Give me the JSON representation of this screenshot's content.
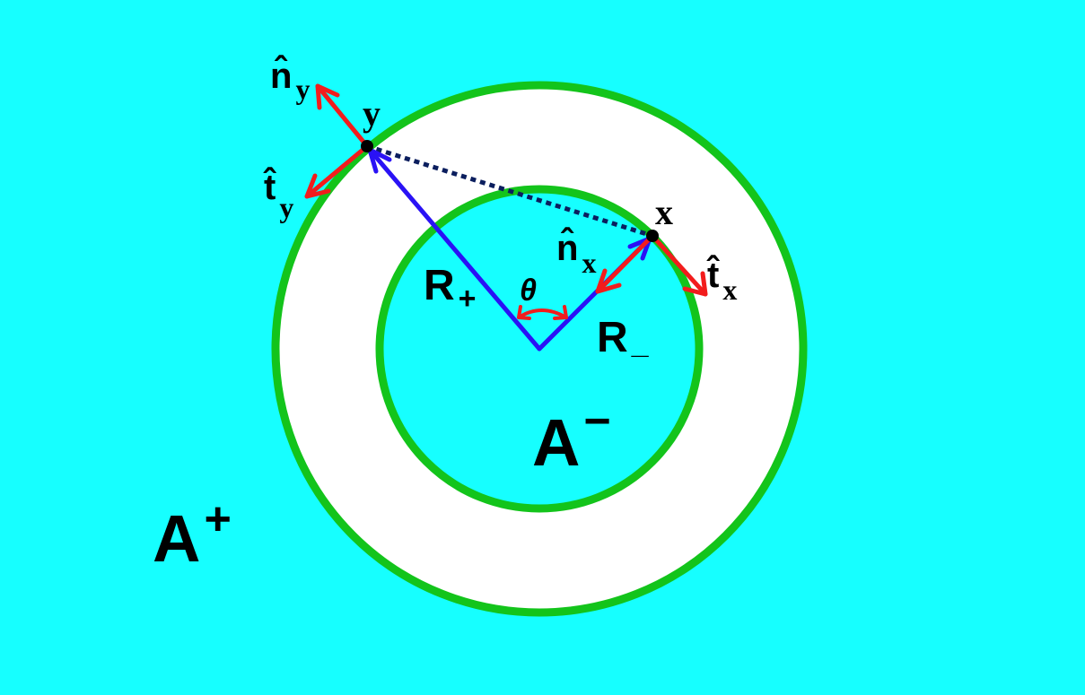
{
  "colors": {
    "background": "#16FFFF",
    "annulus_fill": "#FFFFFF",
    "boundary": "#13C41B",
    "radius_arrows": "#2A12F5",
    "unit_vectors": "#F21C1C",
    "chord": "#0B1E5E",
    "points": "#000000",
    "text": "#000000"
  },
  "regions": {
    "outer_label": {
      "main": "A",
      "sup": "+"
    },
    "inner_label": {
      "main": "A",
      "sup": "−"
    }
  },
  "points": {
    "y": {
      "label": "y"
    },
    "x": {
      "label": "x"
    }
  },
  "radii": {
    "outer": {
      "main": "R",
      "sub": "+"
    },
    "inner": {
      "main": "R",
      "sub": "_"
    }
  },
  "angle": {
    "label": "θ"
  },
  "vectors": {
    "n_y": {
      "main": "n̂",
      "sub": "y"
    },
    "t_y": {
      "main": "t̂",
      "sub": "y"
    },
    "n_x": {
      "main": "n̂",
      "sub": "x"
    },
    "t_x": {
      "main": "t̂",
      "sub": "x"
    }
  },
  "icons": {
    "point_marker": "filled-circle",
    "arrowheads": "open-chevron"
  }
}
